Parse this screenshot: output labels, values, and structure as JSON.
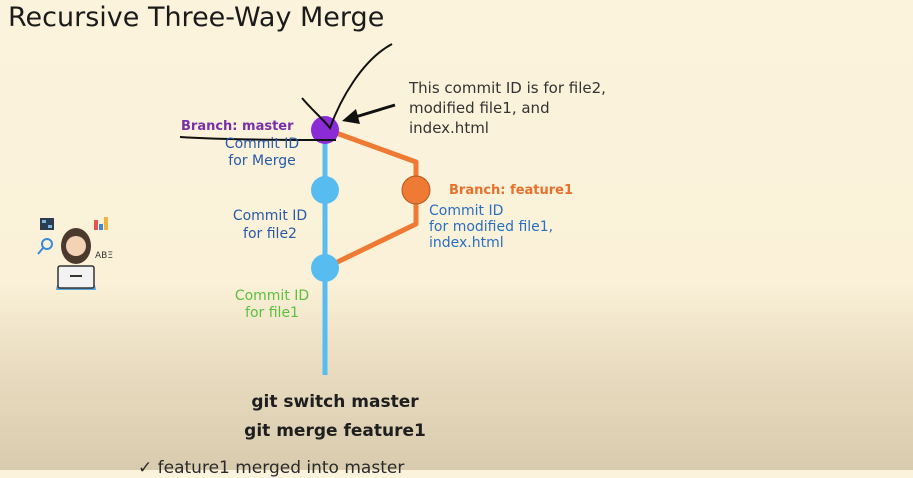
{
  "title": "Recursive Three-Way Merge",
  "note": "This commit ID is for file2,\nmodified file1, and\nindex.html",
  "master_label": "Branch: master",
  "merge_commit_label": "Commit ID\nfor Merge",
  "file2_commit_label": "Commit ID\nfor file2",
  "file1_commit_label": "Commit ID\nfor file1",
  "feature_label": "Branch: feature1",
  "feature_commit_label": "Commit ID\nfor modified file1,\nindex.html",
  "commands": [
    "git switch master",
    "git merge feature1"
  ],
  "partial_line": "✓ feature1 merged into master",
  "colors": {
    "master_line": "#57bdf0",
    "feature_line": "#ee7a34",
    "merge_commit": "#8a2bd6",
    "feature_commit": "#ee7a34",
    "master_commit": "#57bdf0"
  },
  "icons": [
    "developer-avatar-icon",
    "chess-board-icon",
    "bar-chart-icon",
    "text-abc-icon",
    "magnifier-icon"
  ]
}
